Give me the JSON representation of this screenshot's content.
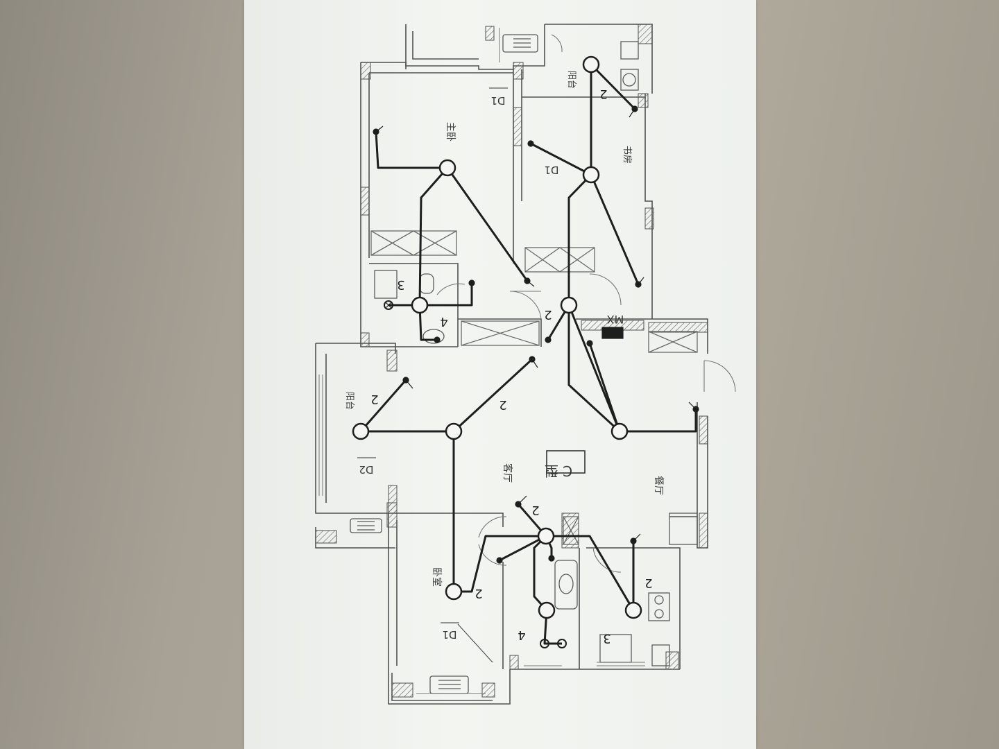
{
  "plan": {
    "unit_label": "C 型",
    "rooms": {
      "master_bedroom": "主卧",
      "study": "书房",
      "balcony_top": "阳台",
      "balcony_left": "阳台",
      "living_room": "客厅",
      "dining_room": "餐厅",
      "bedroom": "卧室",
      "wardrobe_mark": "MX"
    },
    "window_tags": {
      "master": "D1",
      "study": "D1",
      "left": "D2",
      "bedroom": "D1"
    },
    "circuit_counts": {
      "balcony_top": "2",
      "corridor": "2",
      "bath_top": "4",
      "left_balcony": "2",
      "living": "2",
      "lower_hall": "2",
      "bedroom": "2",
      "kitchen": "2",
      "bath_bottom": "4",
      "kitchen_bottom": "3",
      "bath_top_wall": "3"
    }
  },
  "colors": {
    "wire": "#1e1e1e",
    "wall_line": "#505050",
    "paper": "#f1f3ef"
  }
}
